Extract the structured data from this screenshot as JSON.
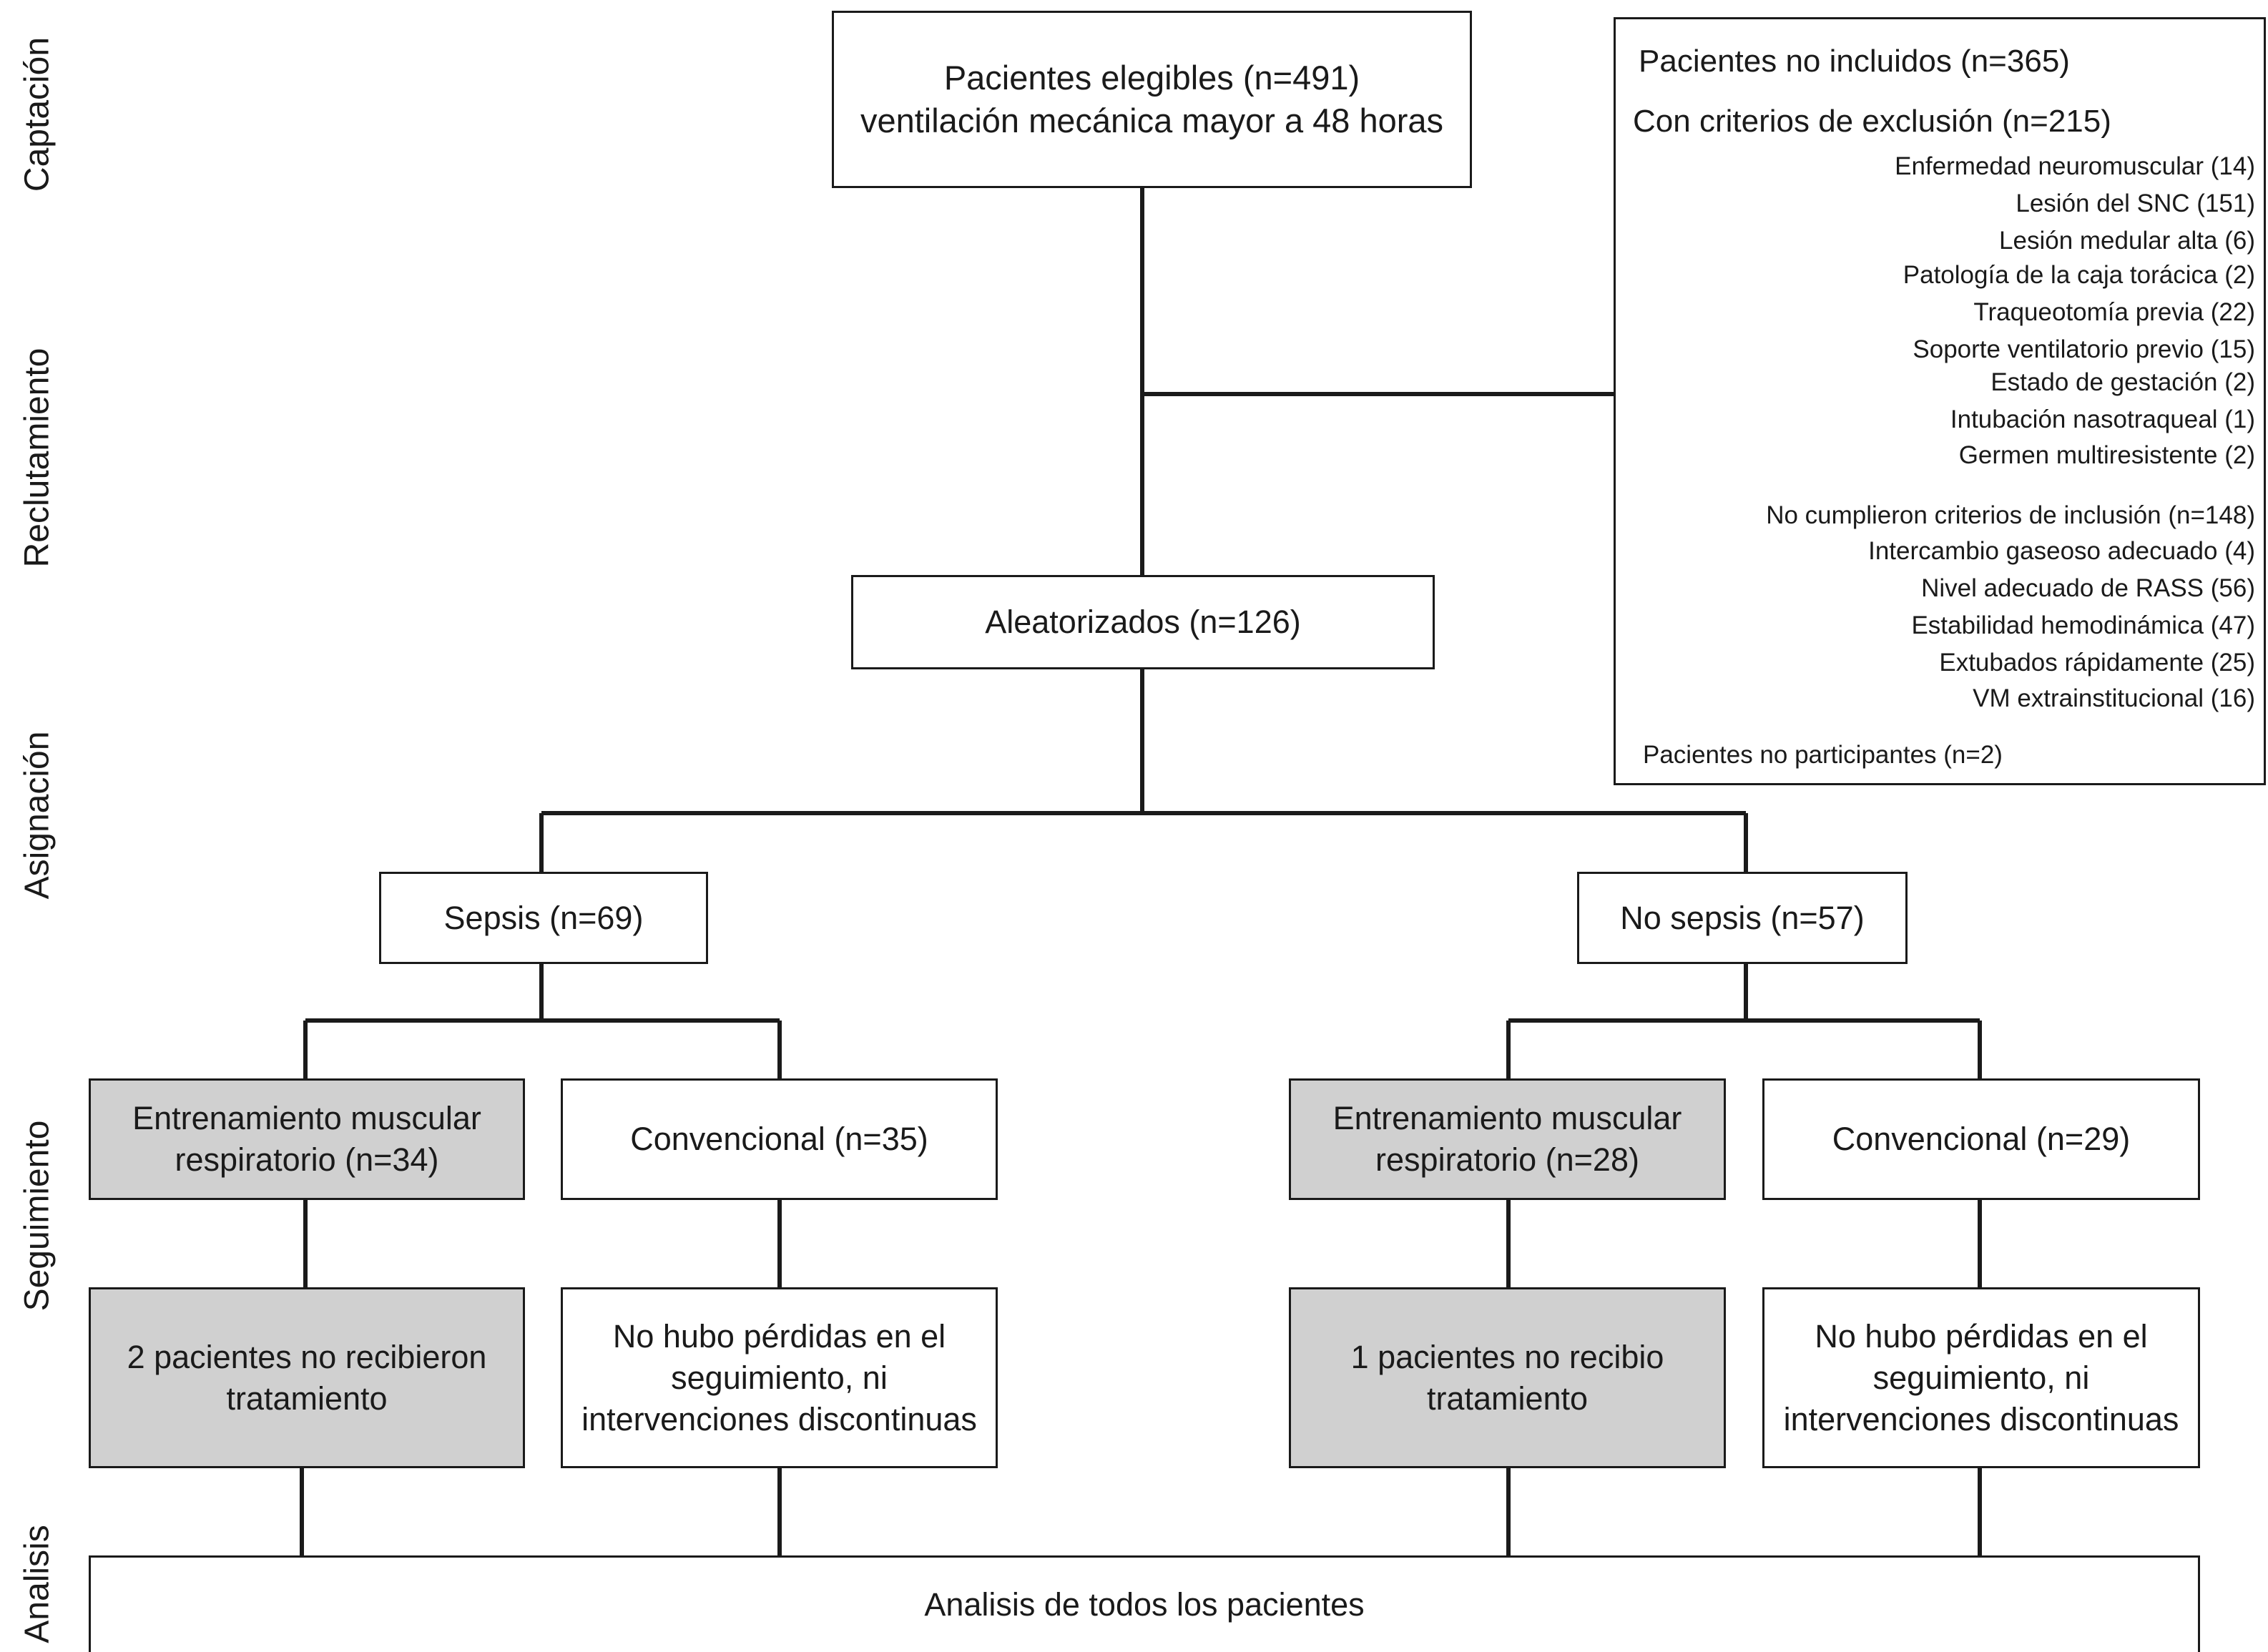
{
  "stages": [
    "Captación",
    "Reclutamiento",
    "Asignación",
    "Seguimiento",
    "Analisis"
  ],
  "eligible": {
    "line1": "Pacientes elegibles (n=491)",
    "line2": "ventilación mecánica mayor a 48 horas"
  },
  "excluded": {
    "title": "Pacientes no incluidos (n=365)",
    "exclusion_header": "Con criterios de exclusión (n=215)",
    "exclusion_items": [
      "Enfermedad neuromuscular (14)",
      "Lesión del SNC (151)",
      "Lesión medular alta (6)",
      "Patología de la caja torácica (2)",
      "Traqueotomía previa (22)",
      "Soporte ventilatorio previo (15)",
      "Estado de gestación (2)",
      "Intubación nasotraqueal (1)",
      "Germen multiresistente (2)"
    ],
    "inclusion_header": "No cumplieron criterios de inclusión (n=148)",
    "inclusion_items": [
      "Intercambio gaseoso adecuado (4)",
      "Nivel adecuado de RASS (56)",
      "Estabilidad hemodinámica (47)",
      "Extubados rápidamente (25)",
      "VM extrainstitucional (16)"
    ],
    "non_participants": "Pacientes no participantes (n=2)"
  },
  "randomized": "Aleatorizados (n=126)",
  "sepsis": "Sepsis (n=69)",
  "no_sepsis": "No sepsis (n=57)",
  "sepsis_training": {
    "line1": "Entrenamiento muscular",
    "line2": "respiratorio (n=34)"
  },
  "sepsis_conventional": "Convencional (n=35)",
  "nosepsis_training": {
    "line1": "Entrenamiento muscular",
    "line2": "respiratorio (n=28)"
  },
  "nosepsis_conventional": "Convencional (n=29)",
  "sepsis_training_followup": {
    "line1": "2 pacientes no  recibieron",
    "line2": "tratamiento"
  },
  "sepsis_conventional_followup": {
    "line1": "No hubo pérdidas en el",
    "line2": "seguimiento, ni",
    "line3": "intervenciones discontinuas"
  },
  "nosepsis_training_followup": {
    "line1": "1 pacientes no  recibio",
    "line2": "tratamiento"
  },
  "nosepsis_conventional_followup": {
    "line1": "No hubo pérdidas en el",
    "line2": "seguimiento, ni",
    "line3": "intervenciones discontinuas"
  },
  "analysis": "Analisis de todos los pacientes",
  "colors": {
    "line": "#1a1a1a",
    "shaded_fill": "#d0d0d0",
    "background": "#ffffff"
  }
}
